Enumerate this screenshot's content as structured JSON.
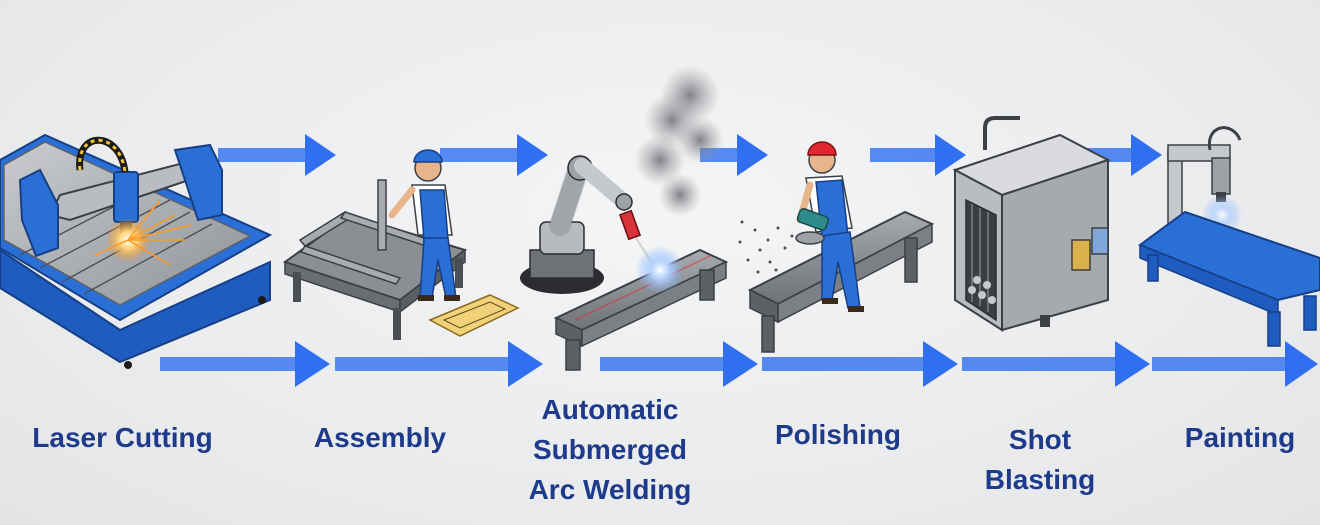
{
  "colors": {
    "arrow": "#2f6ff0",
    "label": "#1e3a8a",
    "machine_blue": "#2a6fd6",
    "steel": "#8d9196"
  },
  "process_steps": [
    {
      "id": "laser-cutting",
      "lines": [
        "Laser Cutting"
      ],
      "icon": "laser-cutting-machine-icon"
    },
    {
      "id": "assembly",
      "lines": [
        "Assembly"
      ],
      "icon": "assembly-worker-icon"
    },
    {
      "id": "automatic-submerged-arc-welding",
      "lines": [
        "Automatic",
        "Submerged",
        "Arc Welding"
      ],
      "icon": "welding-robot-icon"
    },
    {
      "id": "polishing",
      "lines": [
        "Polishing"
      ],
      "icon": "polishing-worker-icon"
    },
    {
      "id": "shot-blasting",
      "lines": [
        "Shot",
        "Blasting"
      ],
      "icon": "shot-blasting-machine-icon"
    },
    {
      "id": "painting",
      "lines": [
        "Painting"
      ],
      "icon": "painting-station-icon"
    }
  ]
}
